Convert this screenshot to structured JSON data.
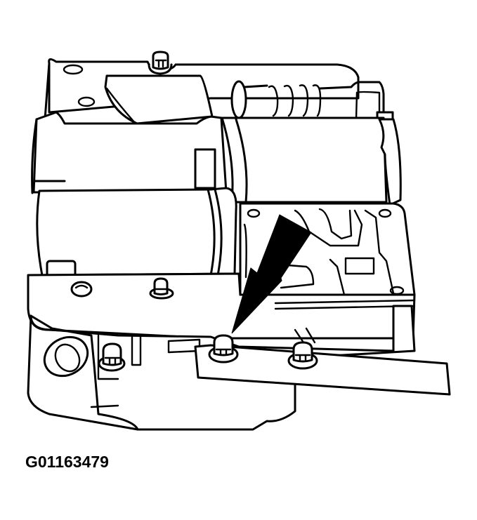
{
  "figure": {
    "caption": "G01163479",
    "subject": "valve-body-assembly",
    "callout": "arrow-pointing-to-bolt",
    "colors": {
      "line": "#000000",
      "background": "#ffffff"
    }
  }
}
